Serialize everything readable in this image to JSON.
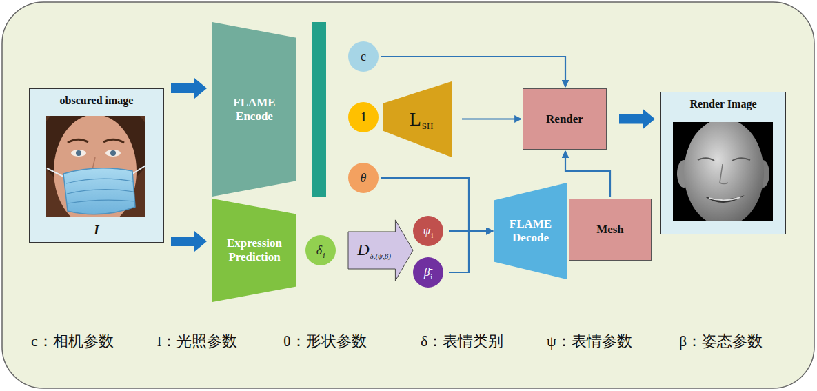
{
  "diagram": {
    "nodes": [
      {
        "text": [
          "obscured image",
          "I"
        ]
      },
      {
        "text": [
          "FLAME Encode"
        ]
      },
      {
        "text": [
          "c"
        ]
      },
      {
        "text": [
          "1"
        ]
      },
      {
        "text": [
          "L",
          "SH"
        ]
      },
      {
        "text": [
          "Render"
        ]
      },
      {
        "text": [
          "Render Image"
        ]
      },
      {
        "text": [
          "θ"
        ]
      },
      {
        "text": [
          "Expression Prediction"
        ]
      },
      {
        "text": [
          "δ",
          "i"
        ]
      },
      {
        "text": [
          "D",
          "δ,(ψ̄,β̄)"
        ]
      },
      {
        "text": [
          "ψ̄",
          "i"
        ]
      },
      {
        "text": [
          "β̄",
          "i"
        ]
      },
      {
        "text": [
          "FLAME Decode"
        ]
      },
      {
        "text": [
          "Mesh"
        ]
      }
    ],
    "edges": [
      {
        "from": 0,
        "to": 1,
        "arrow": "to"
      },
      {
        "from": 0,
        "to": 8,
        "arrow": "to"
      },
      {
        "from": 2,
        "to": 5,
        "arrow": "to"
      },
      {
        "from": 4,
        "to": 5,
        "arrow": "to"
      },
      {
        "from": 7,
        "to": 13,
        "arrow": "to"
      },
      {
        "from": 11,
        "to": 13,
        "arrow": "to"
      },
      {
        "from": 12,
        "to": 13,
        "arrow": "to"
      },
      {
        "from": 14,
        "to": 5,
        "arrow": "to"
      },
      {
        "from": 5,
        "to": 6,
        "arrow": "to"
      }
    ],
    "labels": [
      "c：相机参数",
      "l：光照参数",
      "θ：形状参数",
      "δ：表情类别",
      "ψ：表情参数",
      "β：姿态参数"
    ]
  }
}
